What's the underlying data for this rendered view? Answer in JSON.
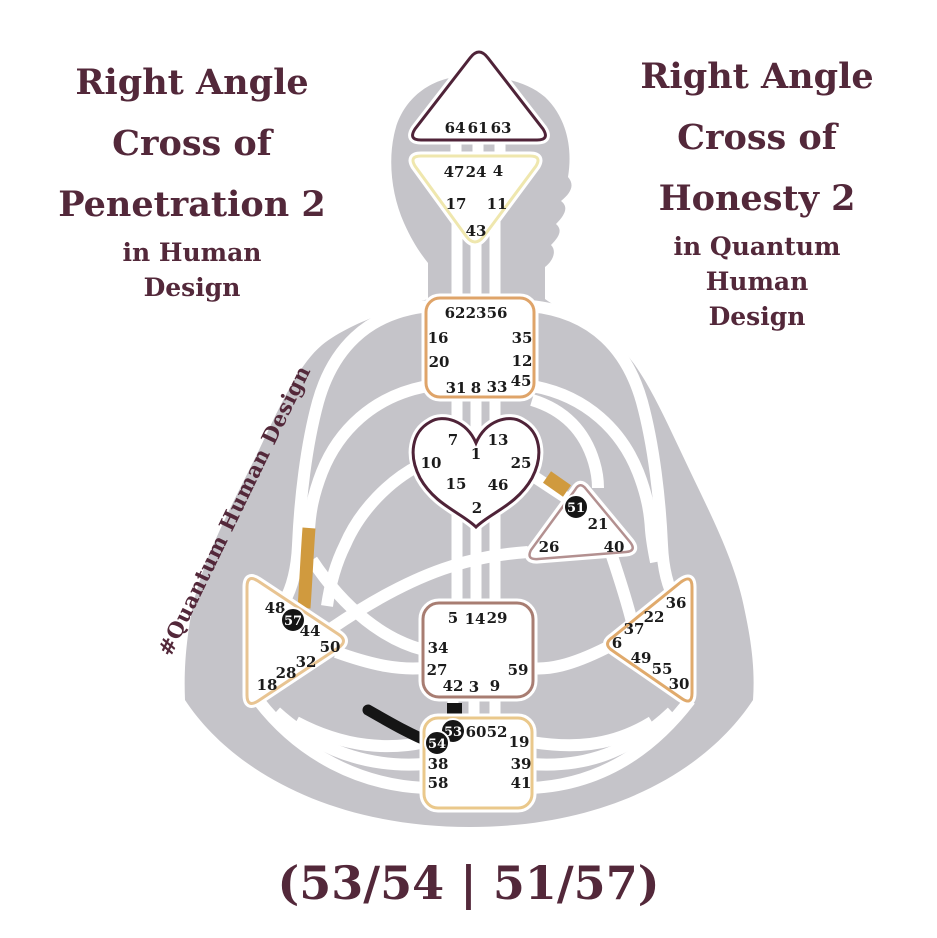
{
  "left_panel": {
    "title_lines": [
      "Right Angle",
      "Cross of",
      "Penetration 2"
    ],
    "subtitle_lines": [
      "in Human",
      "Design"
    ]
  },
  "right_panel": {
    "title_lines": [
      "Right Angle",
      "Cross of",
      "Honesty 2"
    ],
    "subtitle_lines": [
      "in Quantum",
      "Human",
      "Design"
    ]
  },
  "watermark": "#Quantum Human Design",
  "cross_notation": "(53/54 | 51/57)",
  "highlighted_gates": [
    "53",
    "54",
    "51",
    "57"
  ],
  "colors": {
    "title_text": "#53283a",
    "silhouette_gray": "#c5c4c9",
    "channel_white": "#ffffff",
    "head_outline": "#4f2338",
    "ajna_outline": "#efe7ae",
    "throat_outline": "#dfa469",
    "g_center_outline": "#4f2338",
    "ego_outline": "#b39090",
    "spleen_outline": "#e8c492",
    "sacral_outline": "#a87d72",
    "solar_plexus_outline": "#e0aa6c",
    "root_outline": "#eac88b",
    "gold_activation": "#d09a3e",
    "black_activation": "#151515"
  },
  "centers": {
    "head": {
      "label": "Head",
      "gates": {
        "g64": "64",
        "g61": "61",
        "g63": "63"
      }
    },
    "ajna": {
      "label": "Ajna",
      "gates": {
        "g47": "47",
        "g24": "24",
        "g4": "4",
        "g17": "17",
        "g11": "11",
        "g43": "43"
      }
    },
    "throat": {
      "label": "Throat",
      "gates": {
        "g62": "62",
        "g23": "23",
        "g56": "56",
        "g16": "16",
        "g35": "35",
        "g20": "20",
        "g12": "12",
        "g45": "45",
        "g31": "31",
        "g8": "8",
        "g33": "33"
      }
    },
    "g_center": {
      "label": "G Center",
      "gates": {
        "g7": "7",
        "g13": "13",
        "g1": "1",
        "g10": "10",
        "g25": "25",
        "g15": "15",
        "g46": "46",
        "g2": "2"
      }
    },
    "ego": {
      "label": "Ego",
      "gates": {
        "g51": "51",
        "g21": "21",
        "g26": "26",
        "g40": "40"
      }
    },
    "spleen": {
      "label": "Spleen",
      "gates": {
        "g48": "48",
        "g57": "57",
        "g44": "44",
        "g50": "50",
        "g32": "32",
        "g28": "28",
        "g18": "18"
      }
    },
    "sacral": {
      "label": "Sacral",
      "gates": {
        "g5": "5",
        "g14": "14",
        "g29": "29",
        "g34": "34",
        "g27": "27",
        "g59": "59",
        "g42": "42",
        "g3": "3",
        "g9": "9"
      }
    },
    "solar_plexus": {
      "label": "Solar Plexus",
      "gates": {
        "g36": "36",
        "g22": "22",
        "g37": "37",
        "g6": "6",
        "g49": "49",
        "g55": "55",
        "g30": "30"
      }
    },
    "root": {
      "label": "Root",
      "gates": {
        "g53": "53",
        "g60": "60",
        "g52": "52",
        "g54": "54",
        "g19": "19",
        "g38": "38",
        "g58": "58",
        "g39": "39",
        "g41": "41"
      }
    }
  }
}
